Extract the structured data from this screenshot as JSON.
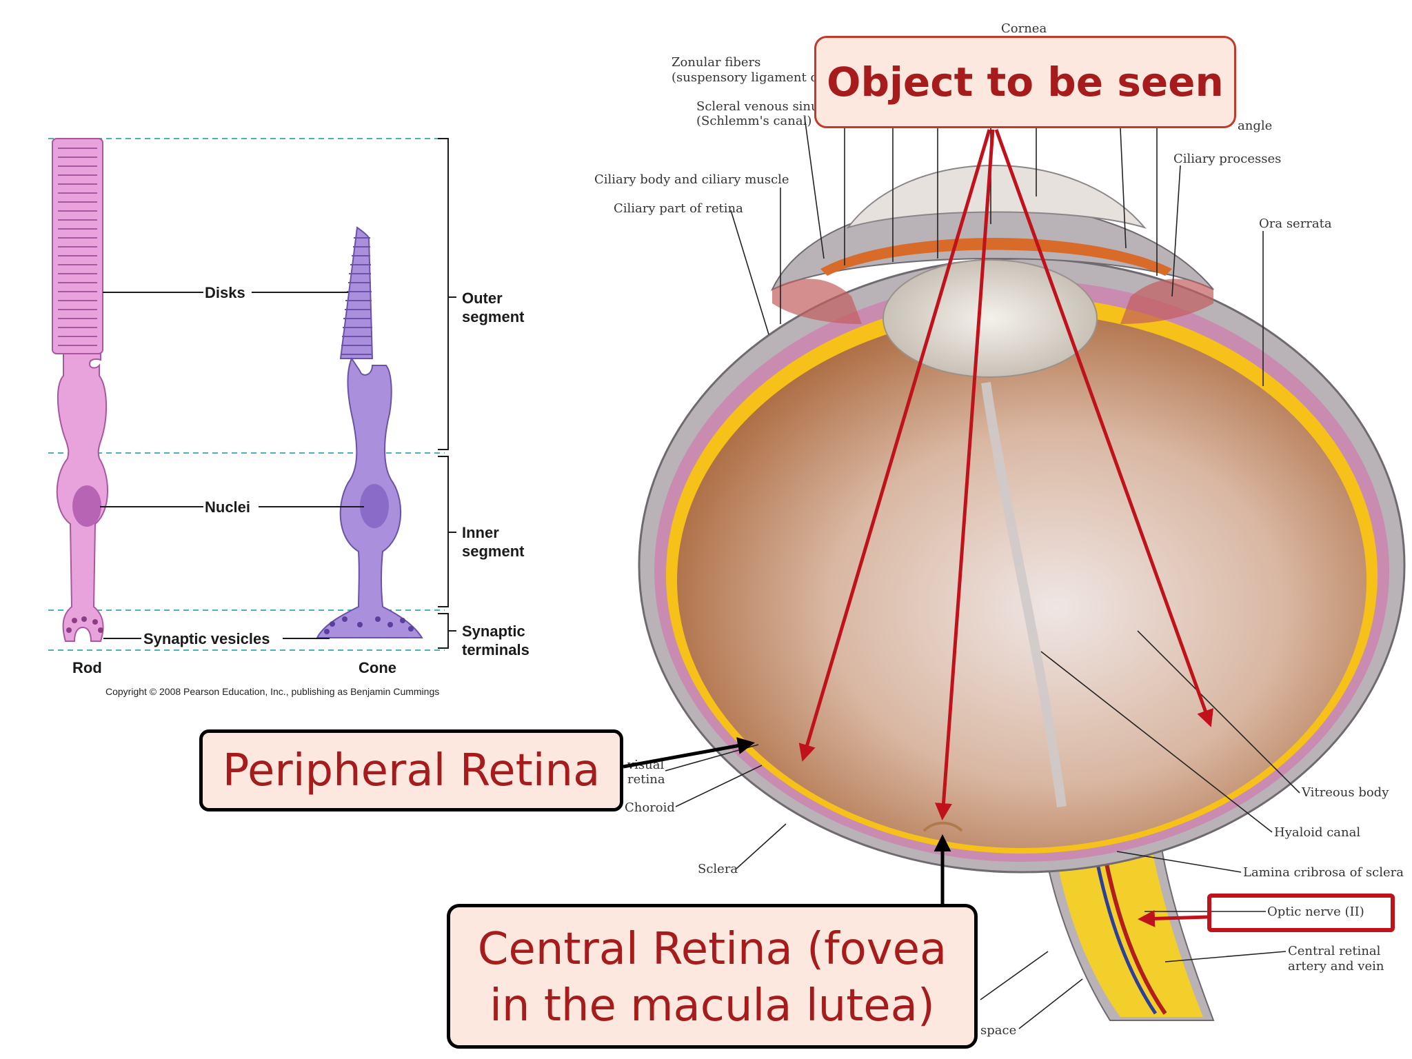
{
  "photoreceptor": {
    "labels": {
      "disks": "Disks",
      "nuclei": "Nuclei",
      "synaptic_vesicles": "Synaptic vesicles",
      "rod": "Rod",
      "cone": "Cone",
      "outer_segment_1": "Outer",
      "outer_segment_2": "segment",
      "inner_segment_1": "Inner",
      "inner_segment_2": "segment",
      "synaptic_terminals_1": "Synaptic",
      "synaptic_terminals_2": "terminals"
    },
    "copyright": "Copyright © 2008 Pearson Education, Inc., publishing as Benjamin Cummings",
    "colors": {
      "rod": "#e8a3dd",
      "cone": "#a98fdc",
      "nucleus_rod": "#b764b4",
      "nucleus_cone": "#8a6bc7",
      "guide": "#4bb3b3"
    }
  },
  "eye": {
    "labels": {
      "cornea": "Cornea",
      "zonular_1": "Zonular fibers",
      "zonular_2": "(suspensory ligament c",
      "scleral_1": "Scleral venous sinu",
      "scleral_2": "(Schlemm's canal)",
      "angle": "angle",
      "ciliary_processes": "Ciliary processes",
      "ciliary_body": "Ciliary body and ciliary muscle",
      "ciliary_part": "Ciliary part of retina",
      "ora_serrata": "Ora serrata",
      "visual_retina_1": "visual",
      "visual_retina_2": "retina",
      "choroid": "Choroid",
      "sclera": "Sclera",
      "vitreous_body": "Vitreous body",
      "hyaloid_canal": "Hyaloid canal",
      "lamina_cribrosa": "Lamina cribrosa of sclera",
      "optic_nerve": "Optic nerve (II)",
      "central_retinal_1": "Central retinal",
      "central_retinal_2": "artery and vein",
      "space": "space"
    },
    "colors": {
      "vitreous": "#c89a78",
      "retina": "#f6c21a",
      "choroid": "#c98bb0",
      "sclera": "#b9b3b8",
      "nerve": "#f3cf2b",
      "arrow": "#c0121b"
    }
  },
  "callouts": {
    "object_to_be_seen": "Object to be seen",
    "peripheral_retina": "Peripheral Retina",
    "central_retina_1": "Central Retina (fovea",
    "central_retina_2": "in the macula lutea)"
  }
}
